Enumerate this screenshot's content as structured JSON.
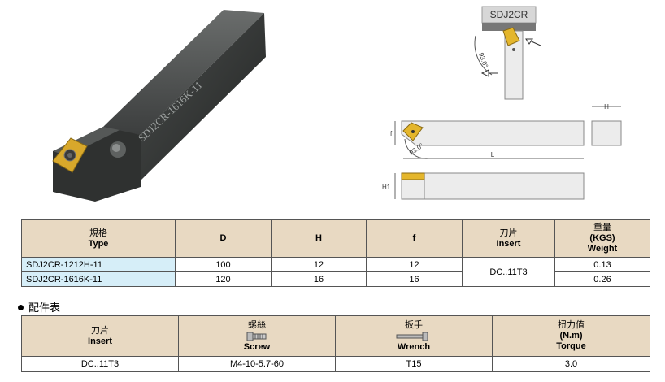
{
  "photo": {
    "engraving": "SDJ2CR-1616K-11"
  },
  "diagram": {
    "top_label": "SDJ2CR",
    "angle_top": "93.0°",
    "angle_side": "93.0°",
    "dim_h": "H",
    "dim_l": "L",
    "dim_f": "f",
    "dim_h1": "H1"
  },
  "spec_table": {
    "headers": [
      {
        "cn": "規格",
        "en": "Type"
      },
      {
        "cn": "",
        "en": "D"
      },
      {
        "cn": "",
        "en": "H"
      },
      {
        "cn": "",
        "en": "f"
      },
      {
        "cn": "刀片",
        "en": "Insert"
      },
      {
        "cn": "重量",
        "en": "(KGS)",
        "en2": "Weight"
      }
    ],
    "rows": [
      {
        "type": "SDJ2CR-1212H-11",
        "d": "100",
        "h": "12",
        "f": "12",
        "weight": "0.13"
      },
      {
        "type": "SDJ2CR-1616K-11",
        "d": "120",
        "h": "16",
        "f": "16",
        "weight": "0.26"
      }
    ],
    "insert": "DC..11T3"
  },
  "accessories": {
    "title": "配件表",
    "headers": [
      {
        "cn": "刀片",
        "en": "Insert",
        "icon": "insert-icon"
      },
      {
        "cn": "螺絲",
        "en": "Screw",
        "icon": "screw-icon"
      },
      {
        "cn": "扳手",
        "en": "Wrench",
        "icon": "wrench-icon"
      },
      {
        "cn": "扭力值",
        "en": "(N.m)",
        "en2": "Torque"
      }
    ],
    "row": {
      "insert": "DC..11T3",
      "screw": "M4-10-5.7-60",
      "wrench": "T15",
      "torque": "3.0"
    }
  }
}
